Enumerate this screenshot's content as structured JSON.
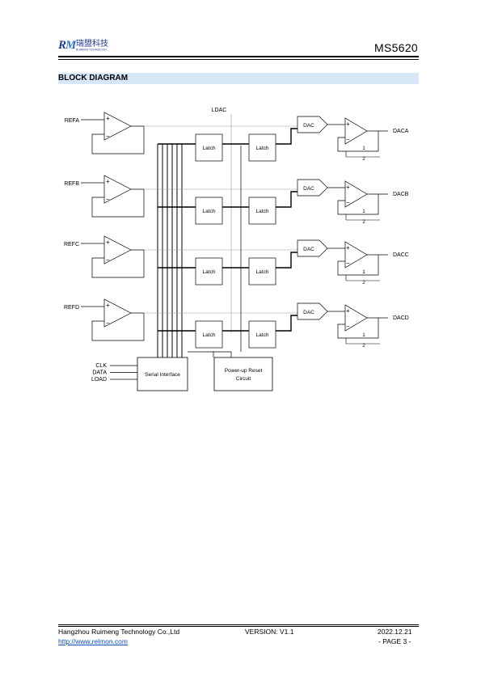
{
  "header": {
    "logo_name": "瑞盟科技",
    "logo_subtitle": "RUIMENG TECHNOLOGY",
    "part_number": "MS5620"
  },
  "section": {
    "title": "BLOCK DIAGRAM"
  },
  "diagram": {
    "ldac_label": "LDAC",
    "channels": [
      {
        "ref": "REFA",
        "out": "DACA"
      },
      {
        "ref": "REFB",
        "out": "DACB"
      },
      {
        "ref": "REFC",
        "out": "DACC"
      },
      {
        "ref": "REFD",
        "out": "DACD"
      }
    ],
    "latch_label": "Latch",
    "dac_label": "DAC",
    "plus": "+",
    "minus": "−",
    "gain_one": "1",
    "gain_two": "2",
    "inputs": [
      "CLK",
      "DATA",
      "LOAD"
    ],
    "serial_label": "Serial Interface",
    "reset_line1": "Power-up Reset",
    "reset_line2": "Circuit"
  },
  "footer": {
    "company": "Hangzhou Ruimeng Technology Co.,Ltd",
    "version": "VERSION: V1.1",
    "date": "2022.12.21",
    "url": "http://www.relmon.com",
    "page": "- PAGE 3 -"
  }
}
